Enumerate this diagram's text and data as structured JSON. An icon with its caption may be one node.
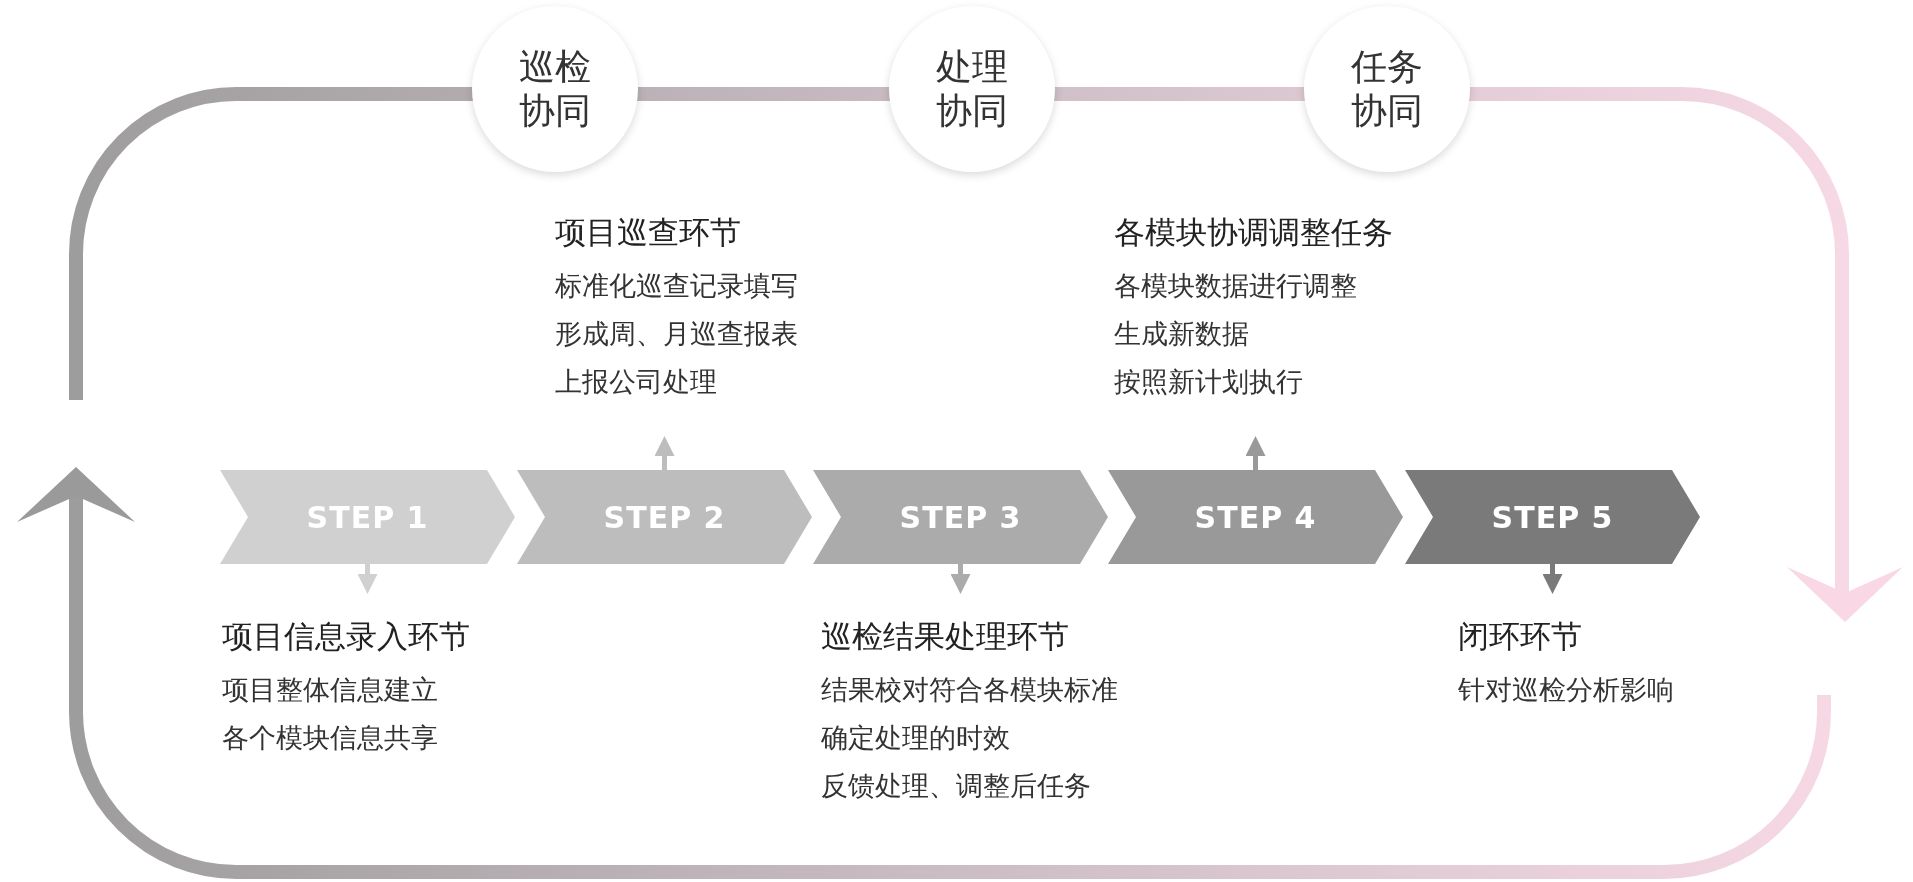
{
  "diagram": {
    "nodes": [
      {
        "text": [
          "巡检协同"
        ]
      },
      {
        "text": [
          "处理协同"
        ]
      },
      {
        "text": [
          "任务协同"
        ]
      },
      {
        "text": [
          "项目巡查环节",
          "标准化巡查记录填写",
          "形成周、月巡查报表",
          "上报公司处理"
        ]
      },
      {
        "text": [
          "各模块协调调整任务",
          "各模块数据进行调整",
          "生成新数据",
          "按照新计划执行"
        ]
      },
      {
        "text": [
          "STEP 1"
        ]
      },
      {
        "text": [
          "STEP 2"
        ]
      },
      {
        "text": [
          "STEP 3"
        ]
      },
      {
        "text": [
          "STEP 4"
        ]
      },
      {
        "text": [
          "STEP 5"
        ]
      },
      {
        "text": [
          "项目信息录入环节",
          "项目整体信息建立",
          "各个模块信息共享"
        ]
      },
      {
        "text": [
          "巡检结果处理环节",
          "结果校对符合各模块标准",
          "确定处理的时效",
          "反馈处理、调整后任务"
        ]
      },
      {
        "text": [
          "闭环环节",
          "针对巡检分析影响"
        ]
      }
    ],
    "edges": [
      {
        "from": 5,
        "to": 10,
        "arrow": "to",
        "color": "#d0d0d0"
      },
      {
        "from": 6,
        "to": 3,
        "arrow": "to",
        "color": "#bdbdbd"
      },
      {
        "from": 7,
        "to": 11,
        "arrow": "to",
        "color": "#ababab"
      },
      {
        "from": 8,
        "to": 4,
        "arrow": "to",
        "color": "#999999"
      },
      {
        "from": 9,
        "to": 12,
        "arrow": "to",
        "color": "#7a7a7a"
      }
    ]
  }
}
